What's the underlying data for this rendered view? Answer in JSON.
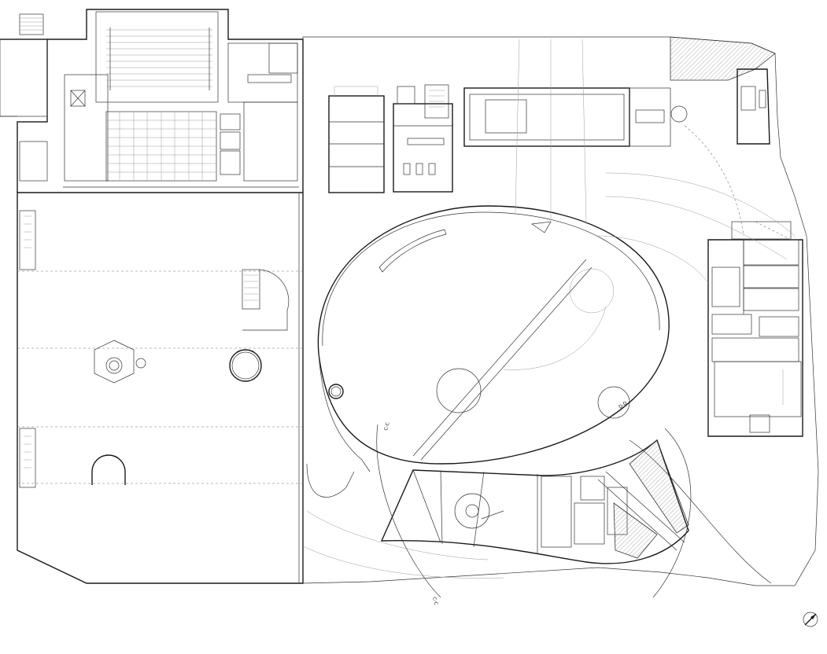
{
  "drawing": {
    "section_labels": [
      {
        "id": "cut-c",
        "text": "C-C"
      },
      {
        "id": "cut-d",
        "text": "D-D"
      },
      {
        "id": "cut-e",
        "text": "C-C"
      }
    ],
    "north_arrow": {
      "symbol": "north-arrow-icon"
    },
    "colors": {
      "line": "#1a1a1a",
      "thin": "#333333",
      "faint": "#9a9a9a",
      "background": "#ffffff"
    }
  }
}
